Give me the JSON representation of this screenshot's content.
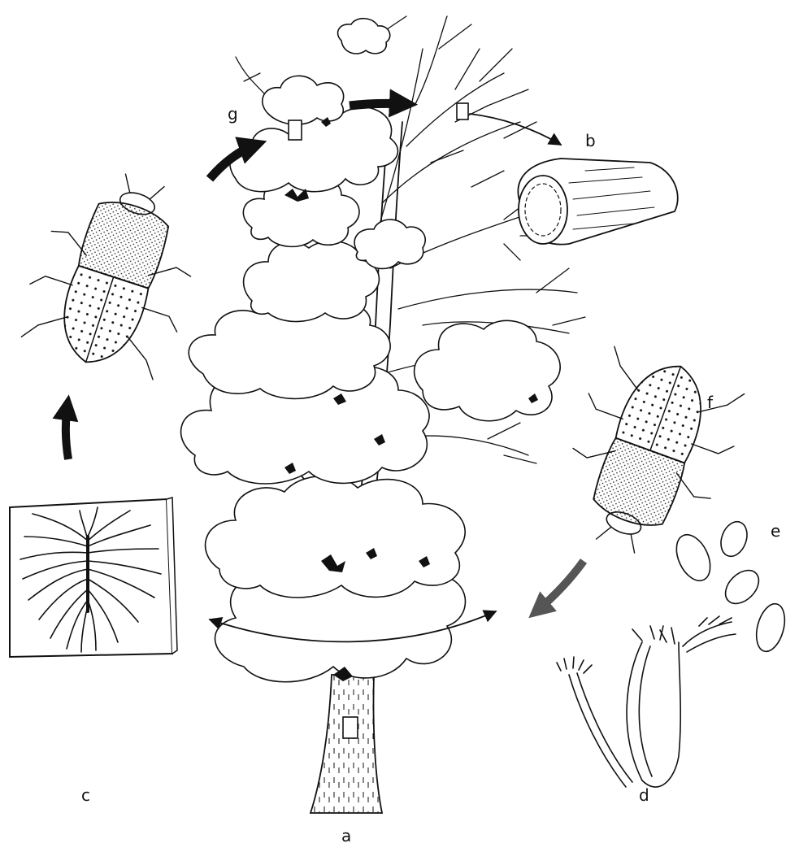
{
  "labels": {
    "a": "a",
    "b": "b",
    "c": "c",
    "d": "d",
    "e": "e",
    "f": "f",
    "g": "g"
  },
  "colors": {
    "ink": "#111111",
    "arrow_black": "#111111",
    "arrow_grey": "#555555",
    "accent_red": "#b03030",
    "background": "#ffffff"
  }
}
